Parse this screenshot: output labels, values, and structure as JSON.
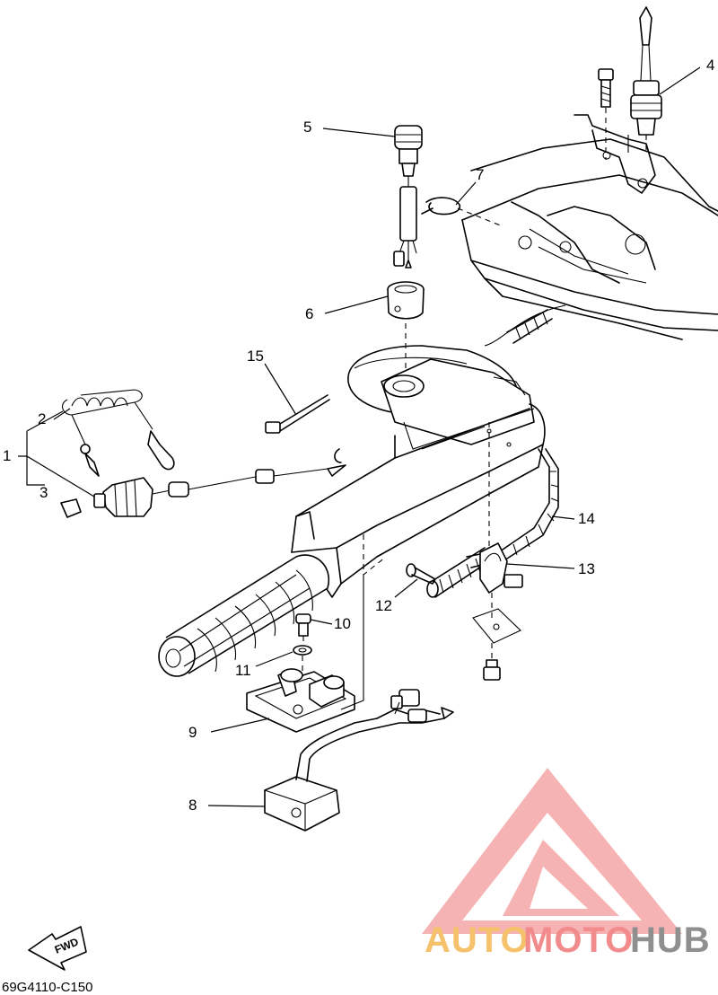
{
  "diagram": {
    "part_code": "69G4110-C150",
    "fwd_label": "FWD",
    "callouts": [
      "1",
      "2",
      "3",
      "4",
      "5",
      "6",
      "7",
      "8",
      "9",
      "10",
      "11",
      "12",
      "13",
      "14",
      "15"
    ]
  },
  "watermark": {
    "text_auto": "AUTO",
    "text_moto": "MOTO",
    "text_hub": "HUB",
    "colors": {
      "auto": "#f5c26b",
      "moto": "#f28b8b",
      "hub": "#8f8f8f",
      "logo": "#f4a6a6"
    }
  }
}
